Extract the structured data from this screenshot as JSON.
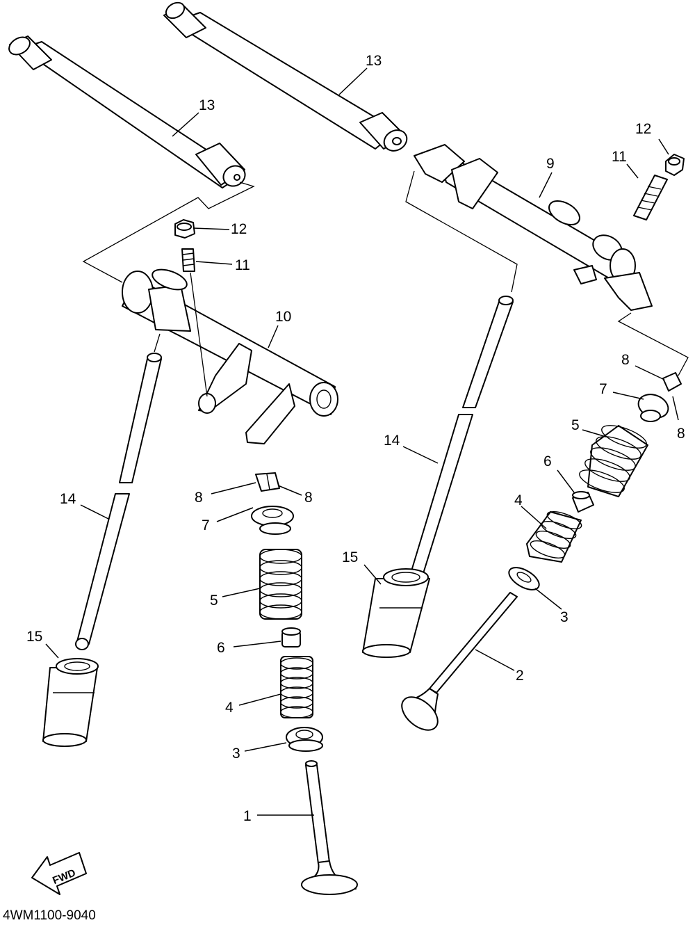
{
  "diagram": {
    "drawing_code": "4WM1100-9040",
    "direction_label": "FWD",
    "callouts": [
      {
        "id": "c13a",
        "text": "13"
      },
      {
        "id": "c13b",
        "text": "13"
      },
      {
        "id": "c12a",
        "text": "12"
      },
      {
        "id": "c11a",
        "text": "11"
      },
      {
        "id": "c10",
        "text": "10"
      },
      {
        "id": "c9",
        "text": "9"
      },
      {
        "id": "c12b",
        "text": "12"
      },
      {
        "id": "c11b",
        "text": "11"
      },
      {
        "id": "c8a",
        "text": "8"
      },
      {
        "id": "c7a",
        "text": "7"
      },
      {
        "id": "c8b",
        "text": "8"
      },
      {
        "id": "c5a",
        "text": "5"
      },
      {
        "id": "c6a",
        "text": "6"
      },
      {
        "id": "c4a",
        "text": "4"
      },
      {
        "id": "c3a",
        "text": "3"
      },
      {
        "id": "c2",
        "text": "2"
      },
      {
        "id": "c14a",
        "text": "14"
      },
      {
        "id": "c15a",
        "text": "15"
      },
      {
        "id": "c14b",
        "text": "14"
      },
      {
        "id": "c15b",
        "text": "15"
      },
      {
        "id": "c8c",
        "text": "8"
      },
      {
        "id": "c8d",
        "text": "8"
      },
      {
        "id": "c7b",
        "text": "7"
      },
      {
        "id": "c5b",
        "text": "5"
      },
      {
        "id": "c6b",
        "text": "6"
      },
      {
        "id": "c4b",
        "text": "4"
      },
      {
        "id": "c3b",
        "text": "3"
      },
      {
        "id": "c1",
        "text": "1"
      }
    ]
  }
}
